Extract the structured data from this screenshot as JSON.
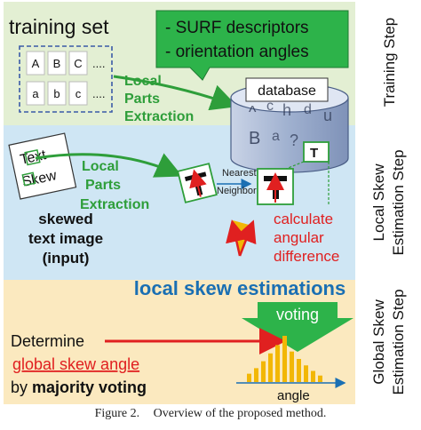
{
  "training": {
    "title": "training set",
    "grid_letters": [
      "A",
      "B",
      "C",
      "....",
      "a",
      "b",
      "c",
      "...."
    ],
    "callout_lines": [
      "- SURF descriptors",
      "- orientation angles"
    ],
    "extraction_label": [
      "Local",
      "Parts",
      "Extraction"
    ],
    "database_label": "database",
    "step_caption": "Training Step"
  },
  "local": {
    "input_words": [
      "Text",
      "Skew"
    ],
    "input_caption": [
      "skewed",
      "text image",
      "(input)"
    ],
    "extraction_label": [
      "Local",
      "Parts",
      "Extraction"
    ],
    "nn_label": [
      "Nearest",
      "Neighbor"
    ],
    "angular_label": [
      "calculate",
      "angular",
      "difference"
    ],
    "estimations_label": "local skew estimations",
    "step_caption": [
      "Local Skew",
      "Estimation Step"
    ]
  },
  "global": {
    "voting_label": "voting",
    "determine": "Determine",
    "global_angle": "global skew angle",
    "by": "by ",
    "majority": "majority voting",
    "angle_axis": "angle",
    "histogram": [
      0.18,
      0.3,
      0.45,
      0.62,
      0.8,
      1.0,
      0.66,
      0.5,
      0.36,
      0.24,
      0.14
    ],
    "step_caption": [
      "Global Skew",
      "Estimation Step"
    ]
  },
  "caption": {
    "figure": "Figure 2.",
    "text": "Overview of the proposed method."
  },
  "colors": {
    "green": "#2e9e3a",
    "red": "#e02020",
    "blue": "#1a6fb3",
    "yellow": "#f2b705"
  }
}
